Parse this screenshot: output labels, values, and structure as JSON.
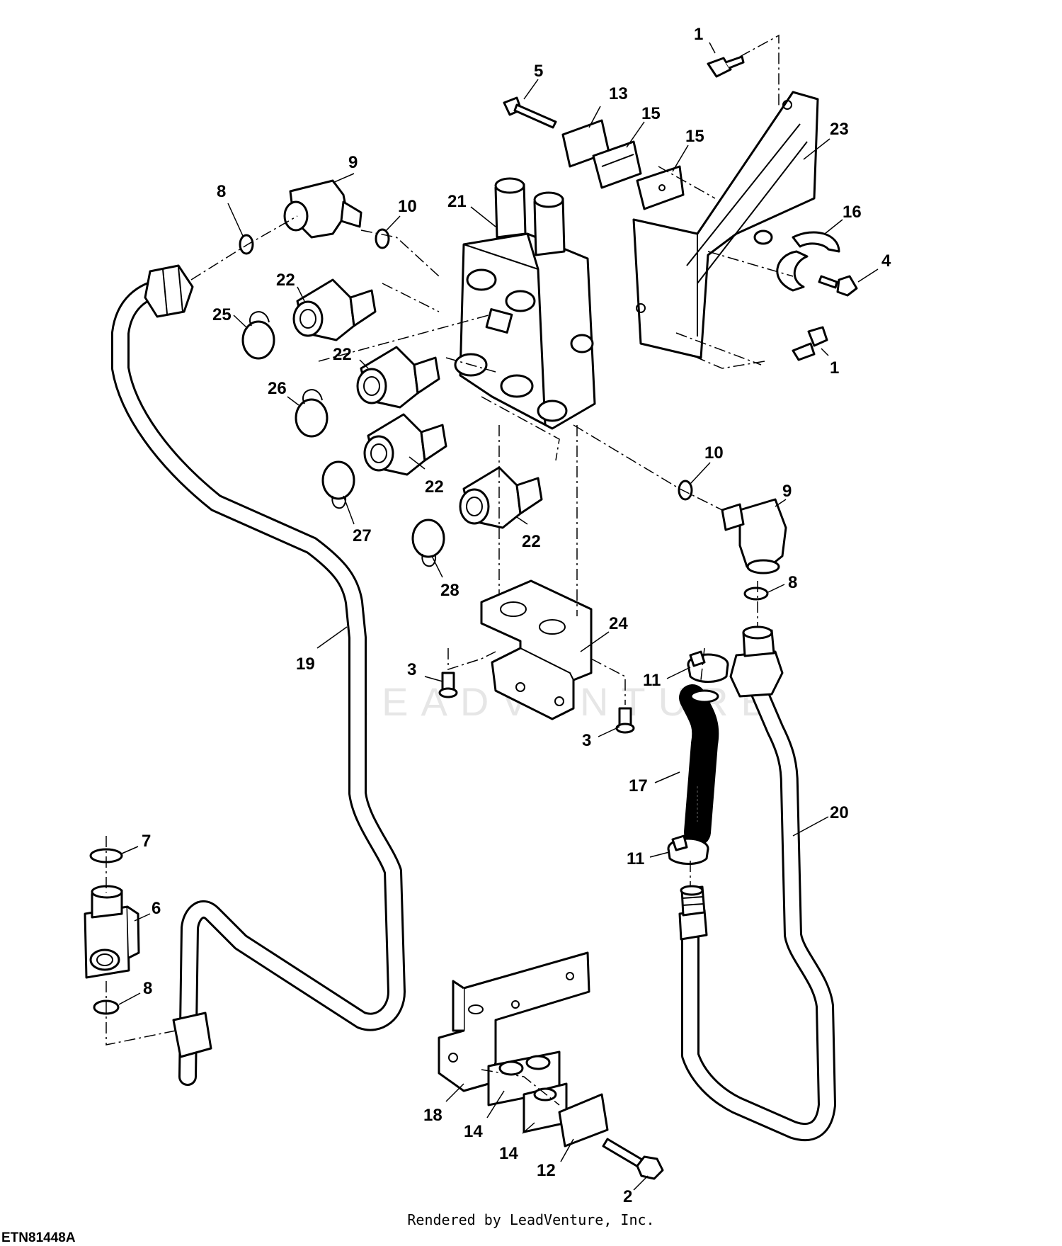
{
  "diagram_id": "ETN81448A",
  "credit": "Rendered by LeadVenture, Inc.",
  "watermark": "LEADVENTURE",
  "callouts": [
    "1",
    "1",
    "2",
    "3",
    "3",
    "4",
    "5",
    "6",
    "7",
    "8",
    "8",
    "8",
    "9",
    "9",
    "10",
    "10",
    "11",
    "11",
    "12",
    "13",
    "14",
    "14",
    "15",
    "15",
    "16",
    "17",
    "18",
    "19",
    "20",
    "21",
    "22",
    "22",
    "22",
    "22",
    "23",
    "24",
    "25",
    "26",
    "27",
    "28"
  ]
}
